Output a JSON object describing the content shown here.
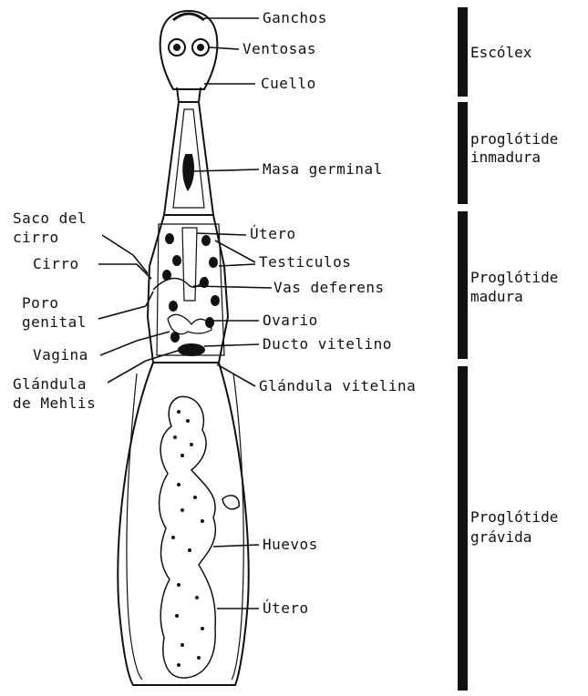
{
  "labels": {
    "ganchos": "Ganchos",
    "ventosas": "Ventosas",
    "cuello": "Cuello",
    "masa_germinal": "Masa germinal",
    "saco_cirro_1": "Saco del",
    "saco_cirro_2": "cirro",
    "utero_1": "Útero",
    "testiculos": "Testiculos",
    "cirro": "Cirro",
    "vas_deferens": "Vas deferens",
    "poro_1": "Poro",
    "poro_2": "genital",
    "ovario": "Ovario",
    "vagina": "Vagina",
    "ducto_vitelino": "Ducto vitelino",
    "glandula_mehlis_1": "Glándula",
    "glandula_mehlis_2": "de Mehlis",
    "glandula_vitelina": "Glándula vitelina",
    "huevos": "Huevos",
    "utero_2": "Útero"
  },
  "stages": {
    "escolex": "Escólex",
    "inmadura_1": "proglótide",
    "inmadura_2": "inmadura",
    "madura_1": "Proglótide",
    "madura_2": "madura",
    "gravida_1": "Proglótide",
    "gravida_2": "grávida"
  }
}
